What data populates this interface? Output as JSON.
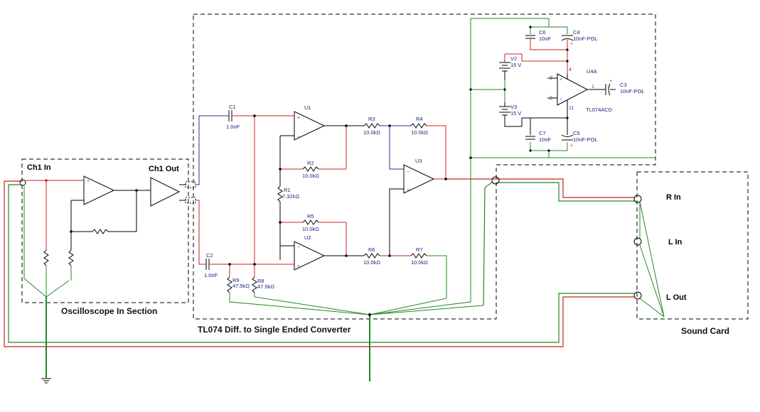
{
  "colors": {
    "red_wire": "#cc2222",
    "green_wire": "#228822",
    "blue_wire": "#223399",
    "box": "#000000"
  },
  "sections": {
    "scope": "Oscilloscope In Section",
    "converter": "TL074 Diff. to Single Ended Converter",
    "sound": "Sound Card"
  },
  "ports": {
    "ch1_in": "Ch1 In",
    "ch1_out": "Ch1 Out",
    "r_in": "R In",
    "l_in": "L In",
    "l_out": "L Out"
  },
  "opamps": {
    "u1": "U1",
    "u2": "U2",
    "u3": "U3",
    "u4": "U4A",
    "u4_part": "TL074ACD"
  },
  "components": {
    "c1": {
      "name": "C1",
      "value": "1.0nF"
    },
    "c2": {
      "name": "C2",
      "value": "1.0nF"
    },
    "r1": {
      "name": "R1",
      "value": "7.32kΩ"
    },
    "r2": {
      "name": "R2",
      "value": "10.0kΩ"
    },
    "r3": {
      "name": "R3",
      "value": "10.0kΩ"
    },
    "r4": {
      "name": "R4",
      "value": "10.0kΩ"
    },
    "r5": {
      "name": "R5",
      "value": "10.0kΩ"
    },
    "r6": {
      "name": "R6",
      "value": "10.0kΩ"
    },
    "r7": {
      "name": "R7",
      "value": "10.0kΩ"
    },
    "r8": {
      "name": "R8",
      "value": "47.5kΩ"
    },
    "r9": {
      "name": "R9",
      "value": "47.5kΩ"
    },
    "v2": {
      "name": "V2",
      "value": "15 V"
    },
    "v3": {
      "name": "V3",
      "value": "15 V"
    },
    "c3": {
      "name": "C3",
      "value": "10nF-POL"
    },
    "c4": {
      "name": "C4",
      "value": "10nF-POL"
    },
    "c5": {
      "name": "C5",
      "value": "10nF-POL"
    },
    "c6": {
      "name": "C6",
      "value": "10nF"
    },
    "c7": {
      "name": "C7",
      "value": "10nF"
    }
  },
  "pins": {
    "p3": "3",
    "p2": "2",
    "p4": "4",
    "p11": "11",
    "p1": "1"
  }
}
